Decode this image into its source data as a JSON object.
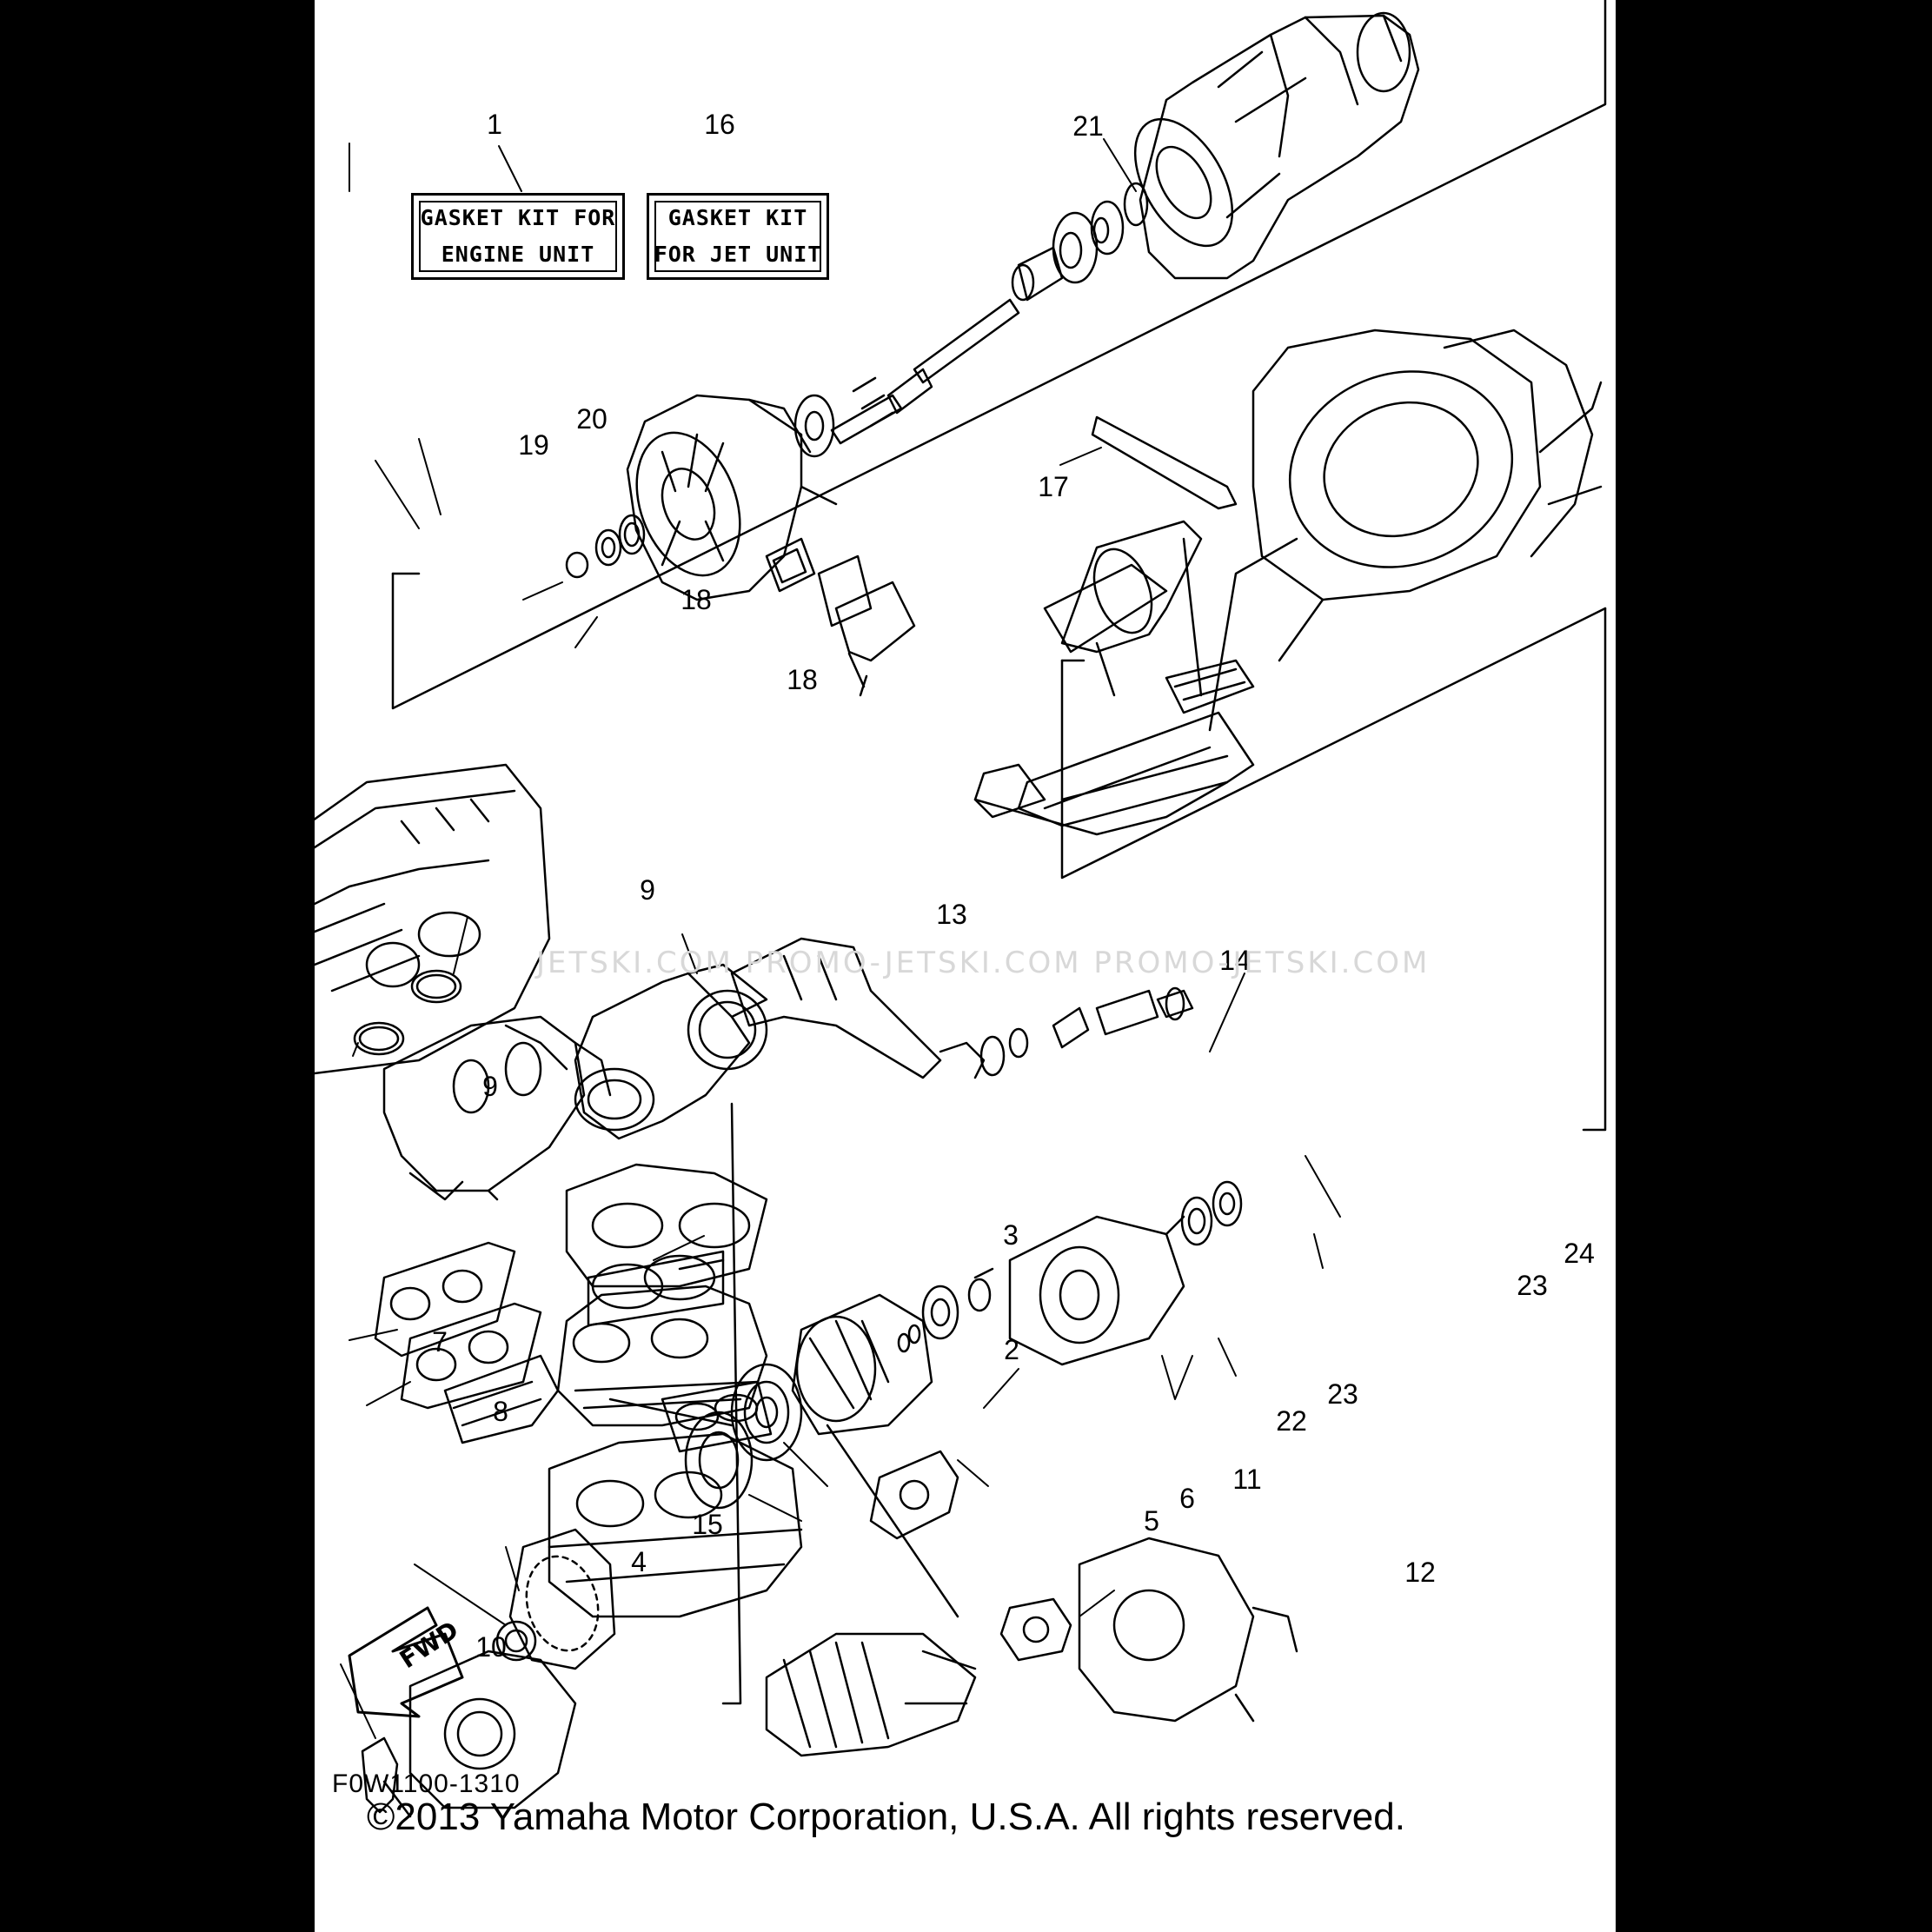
{
  "kits": [
    {
      "label": "GASKET KIT FOR\nENGINE UNIT"
    },
    {
      "label": "GASKET KIT\nFOR JET UNIT"
    }
  ],
  "callouts": [
    "1",
    "16",
    "21",
    "19",
    "20",
    "17",
    "18",
    "18",
    "9",
    "9",
    "13",
    "14",
    "3",
    "7",
    "8",
    "2",
    "6",
    "5",
    "11",
    "22",
    "23",
    "23",
    "24",
    "15",
    "4",
    "12",
    "10"
  ],
  "direction_label": "FWD",
  "part_code": "F0W1100-1310",
  "copyright": "©2013 Yamaha Motor Corporation, U.S.A. All rights reserved.",
  "watermark": "JETSKI.COM   PROMO-JETSKI.COM   PROMO-JETSKI.COM"
}
